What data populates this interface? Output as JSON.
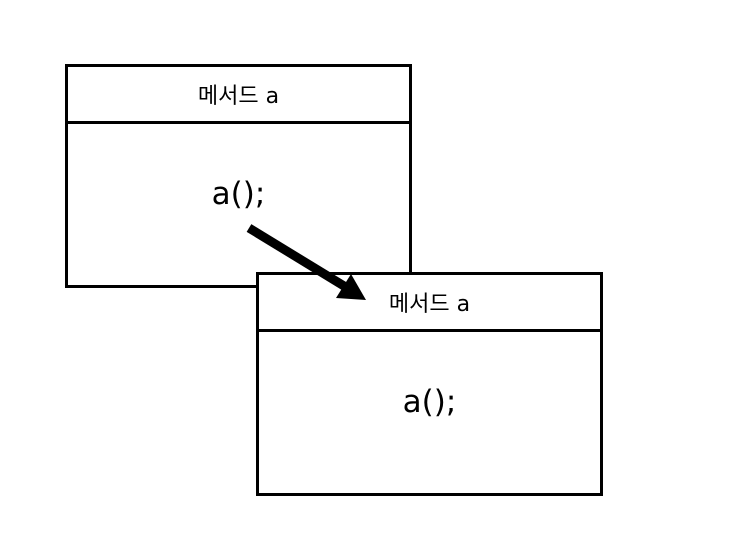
{
  "boxes": [
    {
      "header": "메서드 a",
      "body": "a();"
    },
    {
      "header": "메서드 a",
      "body": "a();"
    }
  ]
}
